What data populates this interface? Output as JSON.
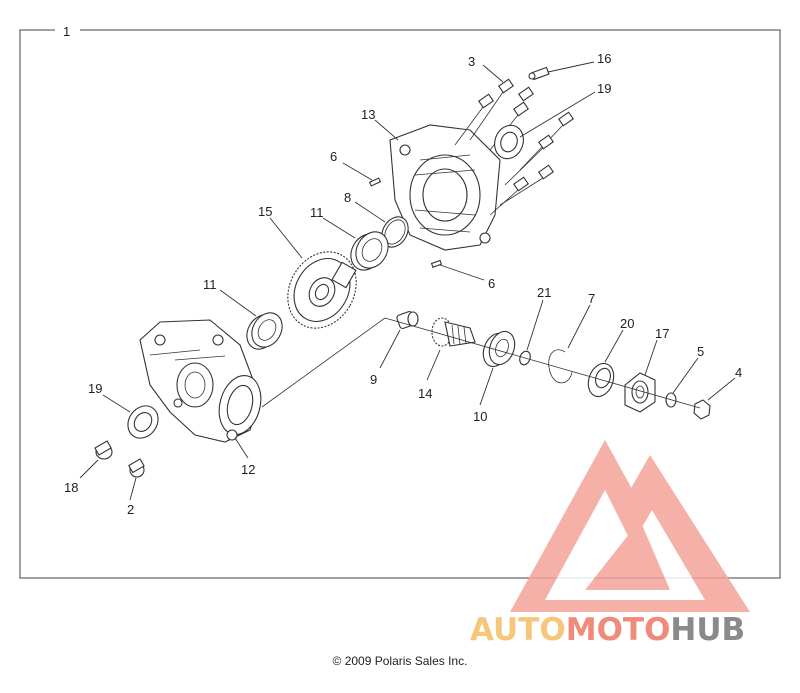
{
  "diagram": {
    "assembly_number": "1",
    "callouts": [
      {
        "id": "c3",
        "label": "3"
      },
      {
        "id": "c16",
        "label": "16"
      },
      {
        "id": "c19a",
        "label": "19"
      },
      {
        "id": "c13",
        "label": "13"
      },
      {
        "id": "c6a",
        "label": "6"
      },
      {
        "id": "c8",
        "label": "8"
      },
      {
        "id": "c15",
        "label": "15"
      },
      {
        "id": "c11a",
        "label": "11"
      },
      {
        "id": "c6b",
        "label": "6"
      },
      {
        "id": "c21",
        "label": "21"
      },
      {
        "id": "c7",
        "label": "7"
      },
      {
        "id": "c20",
        "label": "20"
      },
      {
        "id": "c17",
        "label": "17"
      },
      {
        "id": "c11b",
        "label": "11"
      },
      {
        "id": "c5",
        "label": "5"
      },
      {
        "id": "c4",
        "label": "4"
      },
      {
        "id": "c9",
        "label": "9"
      },
      {
        "id": "c14",
        "label": "14"
      },
      {
        "id": "c10",
        "label": "10"
      },
      {
        "id": "c19b",
        "label": "19"
      },
      {
        "id": "c12",
        "label": "12"
      },
      {
        "id": "c18",
        "label": "18"
      },
      {
        "id": "c2",
        "label": "2"
      }
    ]
  },
  "footer": {
    "copyright": "© 2009 Polaris Sales Inc."
  },
  "watermark": {
    "part1": "AUTO",
    "part2": "MOTO",
    "part3": "HUB",
    "colors": {
      "auto": "#f5c77a",
      "moto": "#f08a7a",
      "hub": "#8a8a8a",
      "logo": "#f4a49a"
    }
  }
}
